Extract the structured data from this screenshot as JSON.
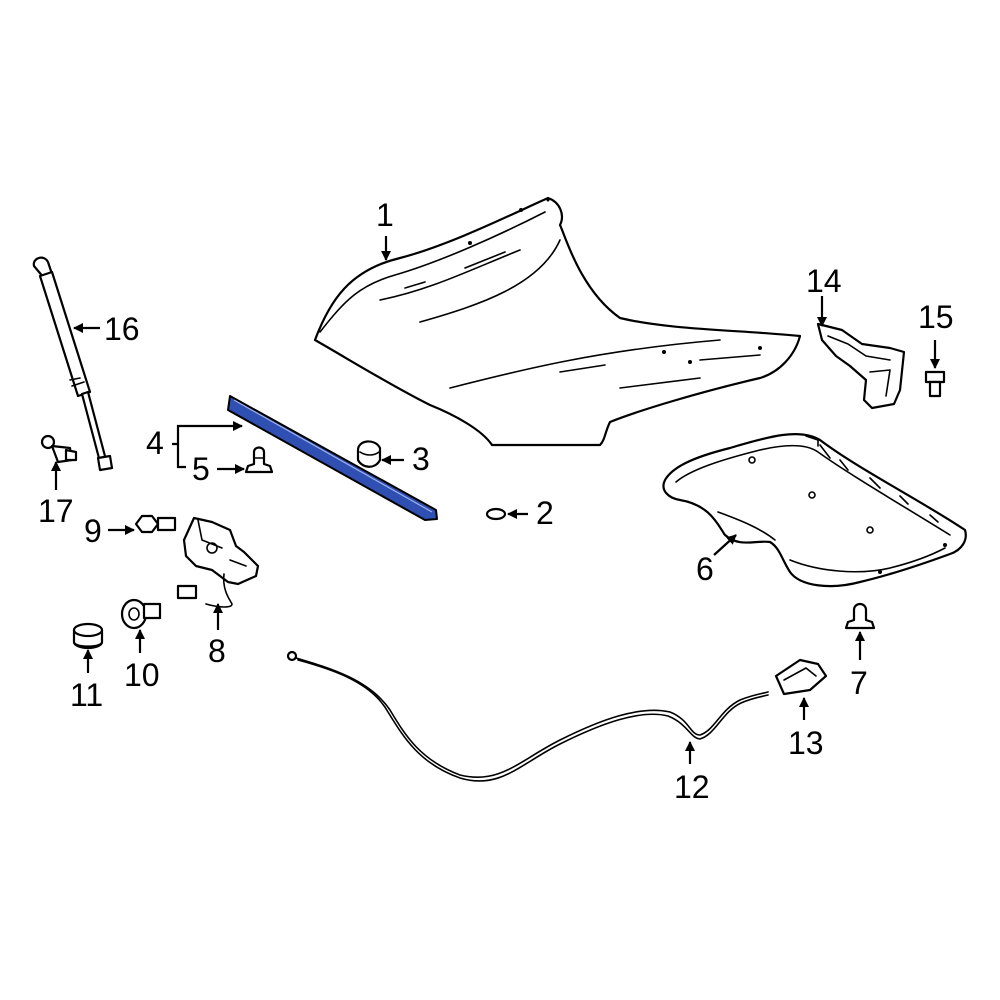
{
  "diagram": {
    "highlight_color": "#2f4fb3",
    "outline_color": "#000000",
    "background_color": "#ffffff",
    "callouts": {
      "c1": "1",
      "c2": "2",
      "c3": "3",
      "c4": "4",
      "c5": "5",
      "c6": "6",
      "c7": "7",
      "c8": "8",
      "c9": "9",
      "c10": "10",
      "c11": "11",
      "c12": "12",
      "c13": "13",
      "c14": "14",
      "c15": "15",
      "c16": "16",
      "c17": "17"
    }
  }
}
